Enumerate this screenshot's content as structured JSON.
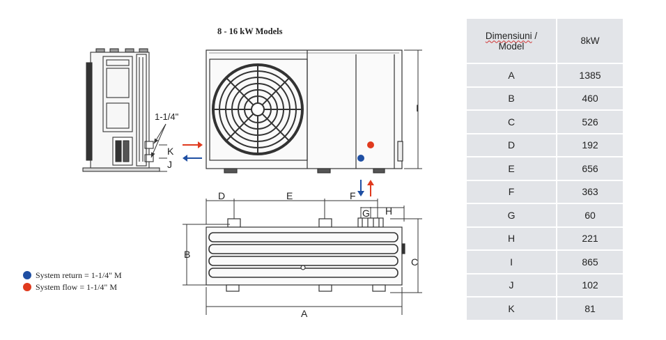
{
  "title": "8 - 16 kW Models",
  "side_view": {
    "pipe_size_label": "1-1/4\"",
    "label_k": "K",
    "label_j": "J"
  },
  "front_view": {
    "label_i": "I"
  },
  "top_view": {
    "label_a": "A",
    "label_b": "B",
    "label_c": "C",
    "label_d": "D",
    "label_e": "E",
    "label_f": "F",
    "label_g": "G",
    "label_h": "H"
  },
  "legend": {
    "return": {
      "text": "System return = 1-1/4\" M",
      "color": "#1f4fa3"
    },
    "flow": {
      "text": "System flow = 1-1/4\" M",
      "color": "#e03a1e"
    }
  },
  "table": {
    "header_line1": "Dimensiuni",
    "header_line1_suffix": " /",
    "header_line2": "Model",
    "header_col2": "8kW",
    "rows": [
      {
        "dim": "A",
        "value": "1385"
      },
      {
        "dim": "B",
        "value": "460"
      },
      {
        "dim": "C",
        "value": "526"
      },
      {
        "dim": "D",
        "value": "192"
      },
      {
        "dim": "E",
        "value": "656"
      },
      {
        "dim": "F",
        "value": "363"
      },
      {
        "dim": "G",
        "value": "60"
      },
      {
        "dim": "H",
        "value": "221"
      },
      {
        "dim": "I",
        "value": "865"
      },
      {
        "dim": "J",
        "value": "102"
      },
      {
        "dim": "K",
        "value": "81"
      }
    ]
  }
}
